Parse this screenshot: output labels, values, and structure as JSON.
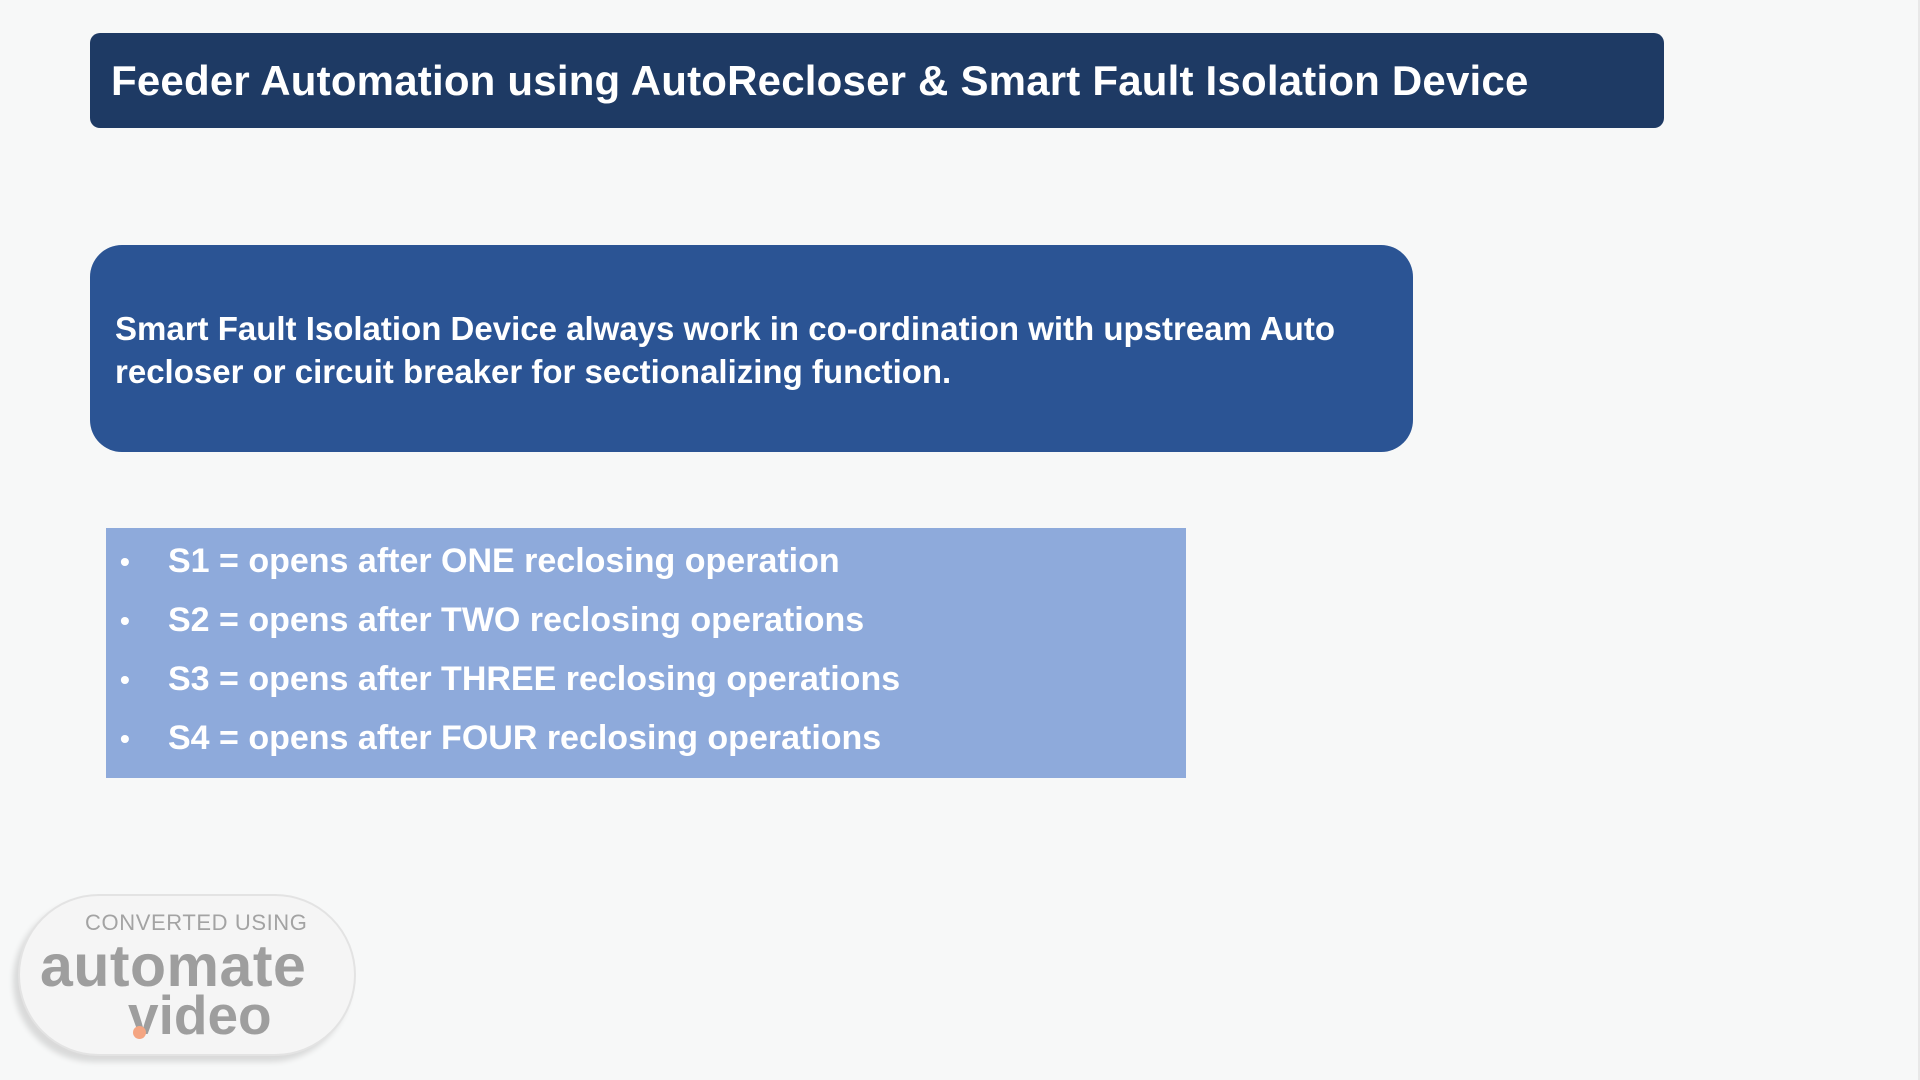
{
  "slide": {
    "title": "Feeder Automation using AutoRecloser & Smart Fault Isolation Device",
    "info_text": "Smart Fault Isolation Device always work in co-ordination with upstream Auto recloser or circuit breaker for sectionalizing function.",
    "list": {
      "bullet_glyph": "•",
      "items": [
        "S1 = opens after ONE reclosing operation",
        "S2 = opens after TWO reclosing operations",
        "S3 = opens after THREE reclosing operations",
        "S4 = opens after FOUR reclosing operations"
      ]
    }
  },
  "watermark": {
    "top_text": "CONVERTED USING",
    "main_text": "automate",
    "sub_text": "video",
    "dot": ".",
    "dot_color": "#f4a582"
  },
  "colors": {
    "title_bar": "#1e3a64",
    "info_box": "#2b5494",
    "list_box": "#8eaadb",
    "background": "#f7f8f8"
  }
}
